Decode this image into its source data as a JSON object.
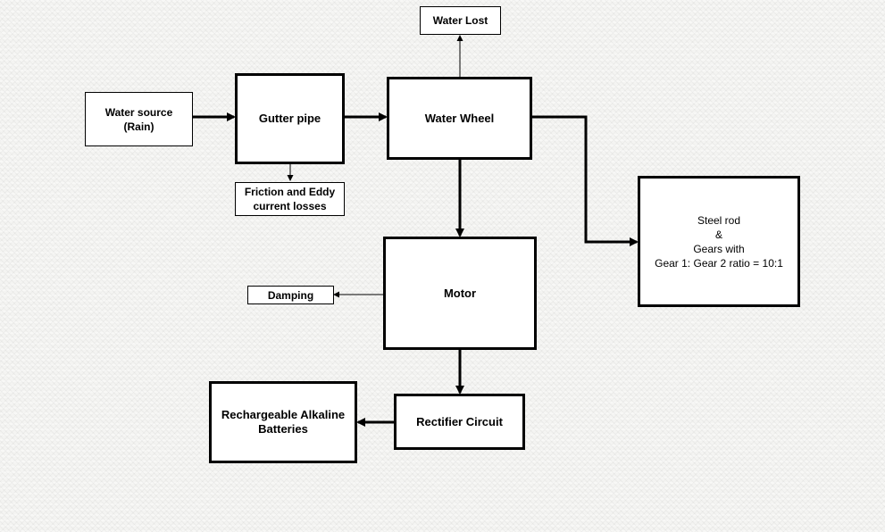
{
  "nodes": {
    "water_source": "Water source\n(Rain)",
    "gutter_pipe": "Gutter pipe",
    "water_wheel": "Water Wheel",
    "water_lost": "Water Lost",
    "friction": "Friction and Eddy\ncurrent losses",
    "steel_rod": "Steel rod\n&\nGears with\nGear 1: Gear 2 ratio = 10:1",
    "motor": "Motor",
    "damping": "Damping",
    "rectifier": "Rectifier Circuit",
    "batteries": "Rechargeable Alkaline\nBatteries"
  },
  "edges": [
    {
      "from": "water_source",
      "to": "gutter_pipe"
    },
    {
      "from": "gutter_pipe",
      "to": "water_wheel"
    },
    {
      "from": "gutter_pipe",
      "to": "friction"
    },
    {
      "from": "water_wheel",
      "to": "water_lost"
    },
    {
      "from": "water_wheel",
      "to": "steel_rod"
    },
    {
      "from": "water_wheel",
      "to": "motor"
    },
    {
      "from": "motor",
      "to": "damping"
    },
    {
      "from": "motor",
      "to": "rectifier"
    },
    {
      "from": "rectifier",
      "to": "batteries"
    }
  ]
}
